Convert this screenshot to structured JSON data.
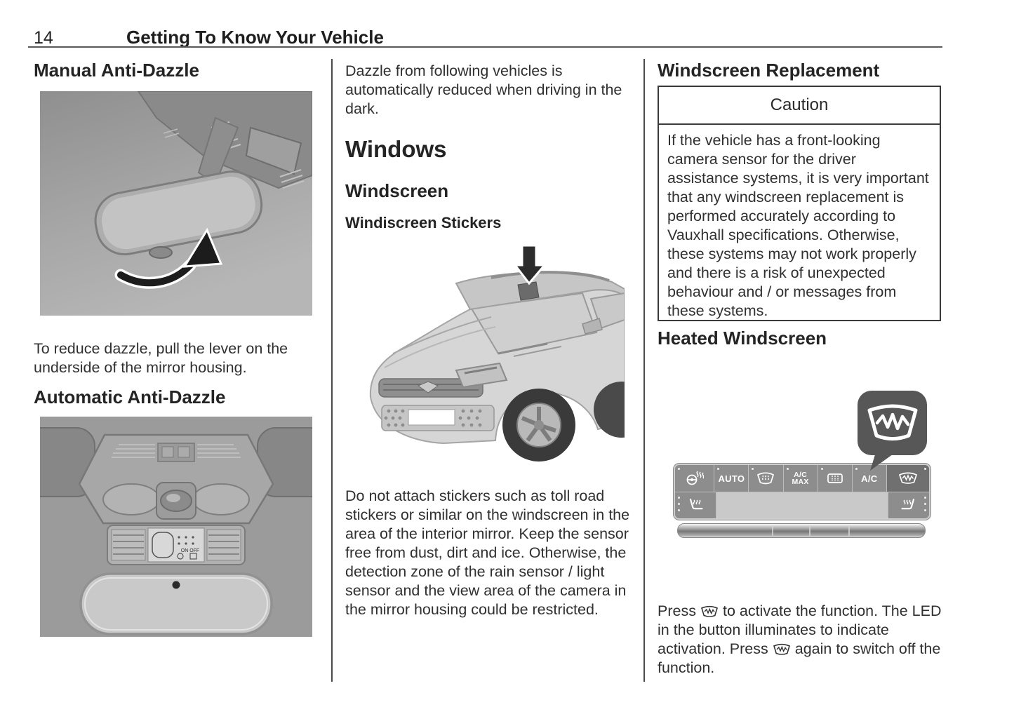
{
  "header": {
    "page_number": "14",
    "chapter_title": "Getting To Know Your Vehicle"
  },
  "left_column": {
    "manual_heading": "Manual Anti-Dazzle",
    "manual_body": "To reduce dazzle, pull the lever on the underside of the mirror housing.",
    "automatic_heading": "Automatic Anti-Dazzle",
    "console_switch_label": "ON  OFF"
  },
  "middle_column": {
    "intro_body": "Dazzle from following vehicles is automatically reduced when driving in the dark.",
    "windows_heading": "Windows",
    "windscreen_heading": "Windscreen",
    "stickers_heading": "Windiscreen Stickers",
    "stickers_body": "Do not attach stickers such as toll road stickers or similar on the windscreen in the area of the interior mirror. Keep the sensor free from dust, dirt and ice. Otherwise, the detection zone of the rain sensor / light sensor and the view area of the camera in the mirror housing could be restricted."
  },
  "right_column": {
    "replacement_heading": "Windscreen Replacement",
    "caution_title": "Caution",
    "caution_body": "If the vehicle has a front-looking camera sensor for the driver assistance systems, it is very important that any windscreen replacement is performed accurately according to Vauxhall specifications. Otherwise, these systems may not work properly and there is a risk of unexpected behaviour and / or messages from these systems.",
    "heated_heading": "Heated Windscreen",
    "activation_part1": "Press",
    "activation_part2": "to activate the function. The LED in the button illuminates to indicate activation. Press",
    "activation_part3": "again to switch off the function."
  },
  "climate_panel": {
    "auto_label": "AUTO",
    "acmax_label": "A/C\nMAX",
    "ac_label": "A/C",
    "button_icons": [
      "heated-steering-wheel",
      "auto",
      "windscreen-demist",
      "ac-max",
      "rear-demist",
      "ac",
      "heated-windscreen"
    ],
    "colors": {
      "button": "#8d8d8d",
      "active_button": "#707070",
      "display": "#c9c9c9",
      "callout_bubble": "#575757"
    }
  }
}
